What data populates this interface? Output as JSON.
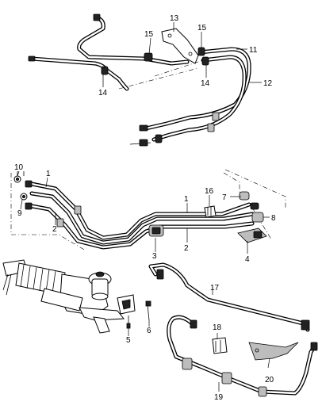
{
  "callouts": {
    "c1a": "1",
    "c1b": "1",
    "c2a": "2",
    "c2b": "2",
    "c3": "3",
    "c4": "4",
    "c5": "5",
    "c6": "6",
    "c7": "7",
    "c8": "8",
    "c9": "9",
    "c10": "10",
    "c11": "11",
    "c12": "12",
    "c13": "13",
    "c14a": "14",
    "c14b": "14",
    "c15a": "15",
    "c15b": "15",
    "c16": "16",
    "c17": "17",
    "c18": "18",
    "c19": "19",
    "c20": "20"
  }
}
